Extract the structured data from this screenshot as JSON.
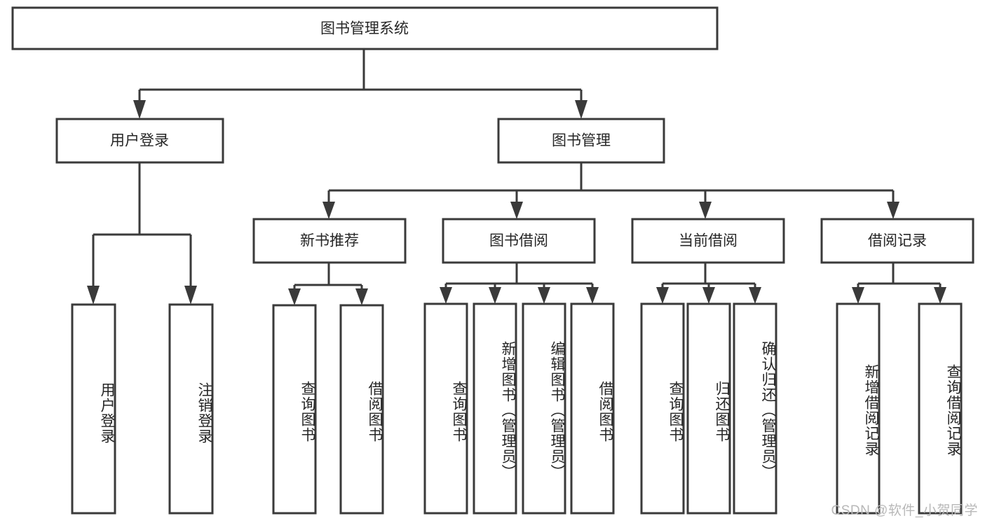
{
  "diagram": {
    "type": "tree-hierarchy-chart",
    "title": "图书管理系统",
    "colors": {
      "background": "#ffffff",
      "box_stroke": "#3a3a3a",
      "box_fill": "#ffffff",
      "text": "#262626",
      "watermark": "#b8b8b8"
    },
    "levels": {
      "root": {
        "label": "图书管理系统"
      },
      "level2": [
        {
          "id": "user-login",
          "label": "用户登录"
        },
        {
          "id": "book-management",
          "label": "图书管理"
        }
      ],
      "level3": [
        {
          "id": "new-book-recommend",
          "label": "新书推荐",
          "parent": "book-management"
        },
        {
          "id": "book-borrow",
          "label": "图书借阅",
          "parent": "book-management"
        },
        {
          "id": "current-borrow",
          "label": "当前借阅",
          "parent": "book-management"
        },
        {
          "id": "borrow-record",
          "label": "借阅记录",
          "parent": "book-management"
        }
      ],
      "leaves": [
        {
          "id": "leaf-user-login",
          "label": "用户登录",
          "parent": "user-login"
        },
        {
          "id": "leaf-logout-login",
          "label": "注销登录",
          "parent": "user-login"
        },
        {
          "id": "leaf-query-book-1",
          "label": "查询图书",
          "parent": "new-book-recommend"
        },
        {
          "id": "leaf-borrow-book-1",
          "label": "借阅图书",
          "parent": "new-book-recommend"
        },
        {
          "id": "leaf-query-book-2",
          "label": "查询图书",
          "parent": "book-borrow"
        },
        {
          "id": "leaf-add-book",
          "label": "新增图书（管理员）",
          "parent": "book-borrow"
        },
        {
          "id": "leaf-edit-book",
          "label": "编辑图书（管理员）",
          "parent": "book-borrow"
        },
        {
          "id": "leaf-borrow-book-2",
          "label": "借阅图书",
          "parent": "book-borrow"
        },
        {
          "id": "leaf-query-book-3",
          "label": "查询图书",
          "parent": "current-borrow"
        },
        {
          "id": "leaf-return-book",
          "label": "归还图书",
          "parent": "current-borrow"
        },
        {
          "id": "leaf-confirm-return",
          "label": "确认归还（管理员）",
          "parent": "current-borrow"
        },
        {
          "id": "leaf-add-record",
          "label": "新增借阅记录",
          "parent": "borrow-record"
        },
        {
          "id": "leaf-query-record",
          "label": "查询借阅记录",
          "parent": "borrow-record"
        }
      ]
    },
    "watermark": "CSDN @软件_小贺同学"
  }
}
